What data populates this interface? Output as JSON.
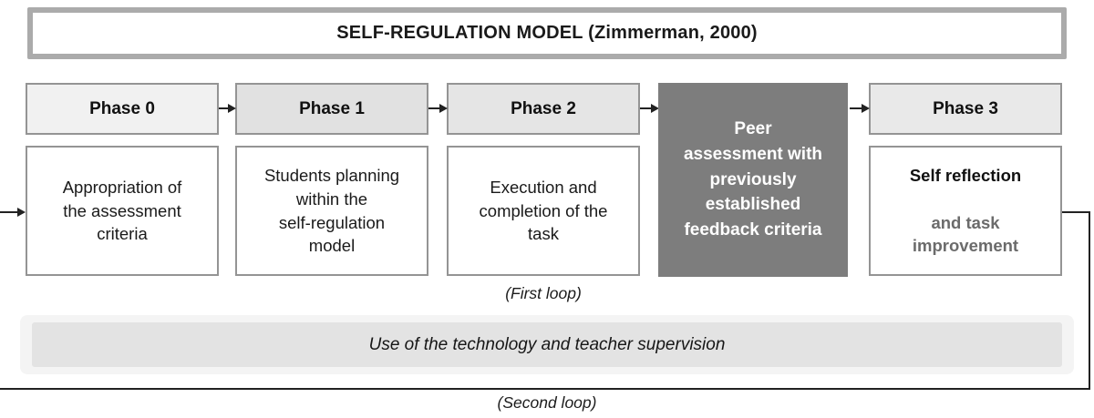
{
  "title": "SELF-REGULATION MODEL (Zimmerman, 2000)",
  "phases": [
    {
      "header": "Phase 0",
      "body": "Appropriation of\nthe assessment\ncriteria"
    },
    {
      "header": "Phase 1",
      "body": "Students planning\nwithin the\nself-regulation\nmodel"
    },
    {
      "header": "Phase 2",
      "body": "Execution and\ncompletion of the\ntask"
    },
    {
      "header": "Phase 3",
      "body_primary": "Self reflection",
      "body_secondary": "and task\nimprovement"
    }
  ],
  "peer_assessment_box": "Peer\nassessment with\npreviously\nestablished\nfeedback criteria",
  "first_loop_label": "(First loop)",
  "second_loop_label": "(Second loop)",
  "technology_band": "Use of the technology and teacher supervision",
  "colors": {
    "peer-box-bg": "#7d7d7d",
    "peer-box-text": "#ffffff",
    "phase0-bg": "#f1f1f1",
    "phase1-bg": "#e1e1e1",
    "phase2-bg": "#e5e5e5",
    "phase3-bg": "#e9e9e9",
    "band-outer-bg": "#f4f4f4",
    "band-inner-bg": "#e3e3e3",
    "box-border": "#949494",
    "title-border": "#ababab",
    "secondary-text": "#6b6b6b",
    "line-color": "#222222"
  }
}
